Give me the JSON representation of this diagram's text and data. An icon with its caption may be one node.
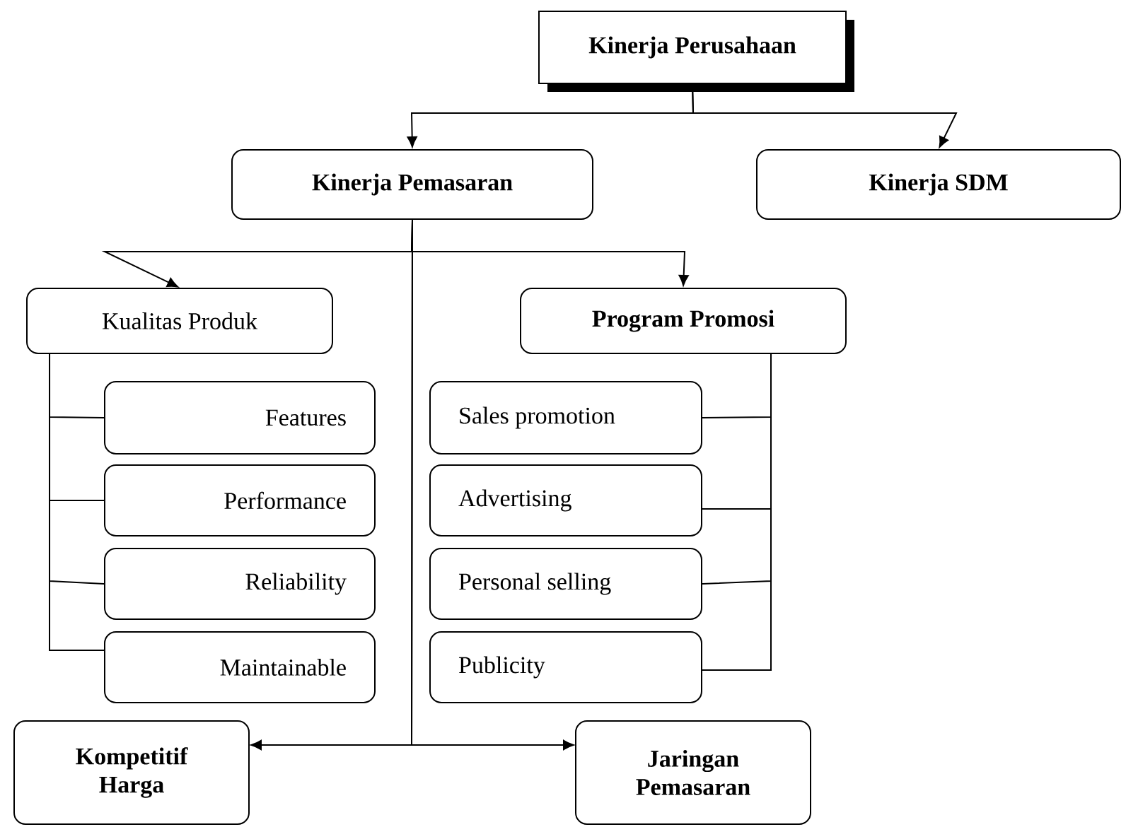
{
  "diagram": {
    "nodes": [
      {
        "text": [
          "Kinerja Perusahaan"
        ]
      },
      {
        "text": [
          "Kinerja Pemasaran"
        ]
      },
      {
        "text": [
          "Kinerja SDM"
        ]
      },
      {
        "text": [
          "Kualitas Produk"
        ]
      },
      {
        "text": [
          "Program Promosi"
        ]
      },
      {
        "text": [
          "Features"
        ]
      },
      {
        "text": [
          "Performance"
        ]
      },
      {
        "text": [
          "Reliability"
        ]
      },
      {
        "text": [
          "Maintainable"
        ]
      },
      {
        "text": [
          "Sales promotion"
        ]
      },
      {
        "text": [
          "Advertising"
        ]
      },
      {
        "text": [
          "Personal selling"
        ]
      },
      {
        "text": [
          "Publicity"
        ]
      },
      {
        "text": [
          "Kompetitif Harga"
        ]
      },
      {
        "text": [
          "Jaringan Pemasaran"
        ]
      }
    ],
    "edges": [
      {
        "from": 0,
        "to": 1,
        "arrow": "to"
      },
      {
        "from": 0,
        "to": 2,
        "arrow": "to"
      },
      {
        "from": 1,
        "to": 3,
        "arrow": "to"
      },
      {
        "from": 1,
        "to": 4,
        "arrow": "to"
      },
      {
        "from": 3,
        "to": 5,
        "arrow": "none"
      },
      {
        "from": 3,
        "to": 6,
        "arrow": "none"
      },
      {
        "from": 3,
        "to": 7,
        "arrow": "none"
      },
      {
        "from": 3,
        "to": 8,
        "arrow": "none"
      },
      {
        "from": 4,
        "to": 9,
        "arrow": "none"
      },
      {
        "from": 4,
        "to": 10,
        "arrow": "none"
      },
      {
        "from": 4,
        "to": 11,
        "arrow": "none"
      },
      {
        "from": 4,
        "to": 12,
        "arrow": "none"
      },
      {
        "from": 1,
        "to": 13,
        "arrow": "to"
      },
      {
        "from": 1,
        "to": 14,
        "arrow": "to"
      }
    ]
  }
}
